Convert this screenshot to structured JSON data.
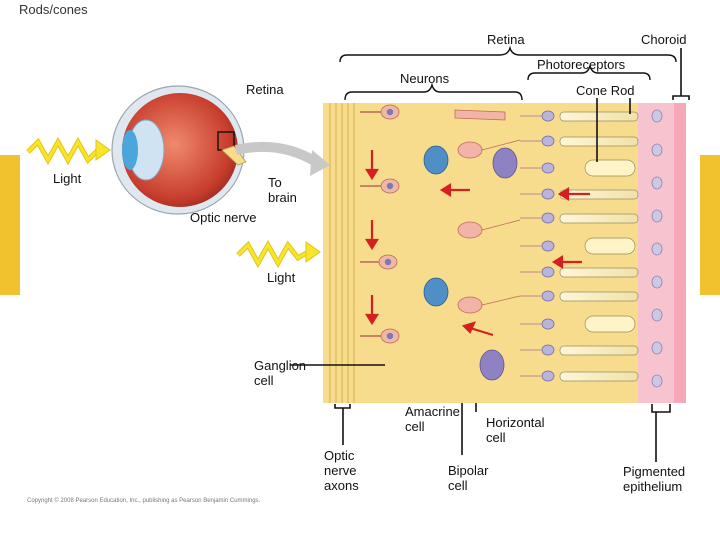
{
  "slide_title": "Rods/cones",
  "labels": {
    "retina_top": "Retina",
    "choroid": "Choroid",
    "photoreceptors": "Photoreceptors",
    "neurons": "Neurons",
    "cone_rod": "Cone Rod",
    "retina_eye": "Retina",
    "light_left": "Light",
    "to_brain_1": "To",
    "to_brain_2": "brain",
    "optic_nerve": "Optic nerve",
    "light_center": "Light",
    "ganglion_1": "Ganglion",
    "ganglion_2": "cell",
    "amacrine_1": "Amacrine",
    "amacrine_2": "cell",
    "horizontal_1": "Horizontal",
    "horizontal_2": "cell",
    "optic_axons_1": "Optic",
    "optic_axons_2": "nerve",
    "optic_axons_3": "axons",
    "bipolar_1": "Bipolar",
    "bipolar_2": "cell",
    "pigmented_1": "Pigmented",
    "pigmented_2": "epithelium"
  },
  "credit": "Copyright © 2008 Pearson Education, Inc., publishing as Pearson Benjamin Cummings.",
  "colors": {
    "tissue": "#f6dc8c",
    "epithelium": "#f6b8c6",
    "ganglion": "#f0b8a4",
    "amacrine": "#4f8fc6",
    "horizontal": "#8f82c2",
    "nucleus": "#a9a4cf",
    "arrow": "#d42020",
    "light_bolt": "#f6e628",
    "side_tab": "#f2c12e"
  }
}
